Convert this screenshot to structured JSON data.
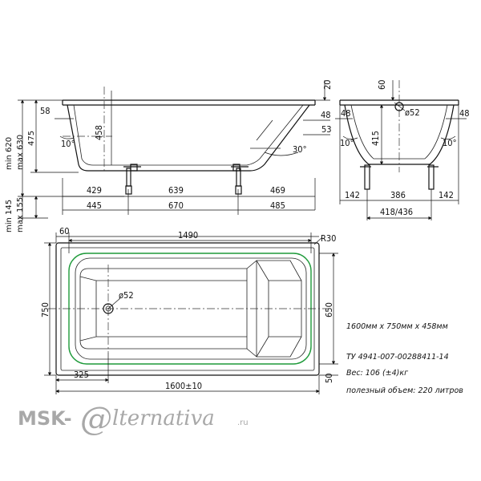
{
  "side_view": {
    "dims": {
      "h_top_58": "58",
      "h_458": "458",
      "angle_left": "10°",
      "angle_right": "30°",
      "h_53": "53",
      "h_48": "48",
      "h_20": "20",
      "min_620": "min 620",
      "max_630": "max 630",
      "h_475": "475",
      "w_429": "429",
      "w_639": "639",
      "w_469": "469",
      "w_445": "445",
      "w_670": "670",
      "w_485": "485",
      "min_145": "min 145",
      "max_155": "max 155"
    }
  },
  "end_view": {
    "dims": {
      "h_60": "60",
      "drain": "ø52",
      "h_48_left": "48",
      "h_48_right": "48",
      "h_415": "415",
      "angle_left": "10°",
      "angle_right": "10°",
      "w_142_left": "142",
      "w_386": "386",
      "w_142_right": "142",
      "w_418_436": "418/436"
    }
  },
  "plan_view": {
    "dims": {
      "w_60": "60",
      "w_1490": "1490",
      "r30": "R30",
      "h_750": "750",
      "h_650": "650",
      "drain": "ø52",
      "w_325": "325",
      "w_1600": "1600±10",
      "h_50": "50"
    }
  },
  "specs": {
    "size": "1600мм х 750мм х 458мм",
    "standard": "ТУ 4941-007-00288411-14",
    "weight": "Вес: 106 (±4)кг",
    "volume": "полезный объем: 220 литров"
  },
  "watermark": {
    "prefix": "MSK-",
    "at": "@",
    "rest": "lternativa",
    "tld": ".ru"
  }
}
